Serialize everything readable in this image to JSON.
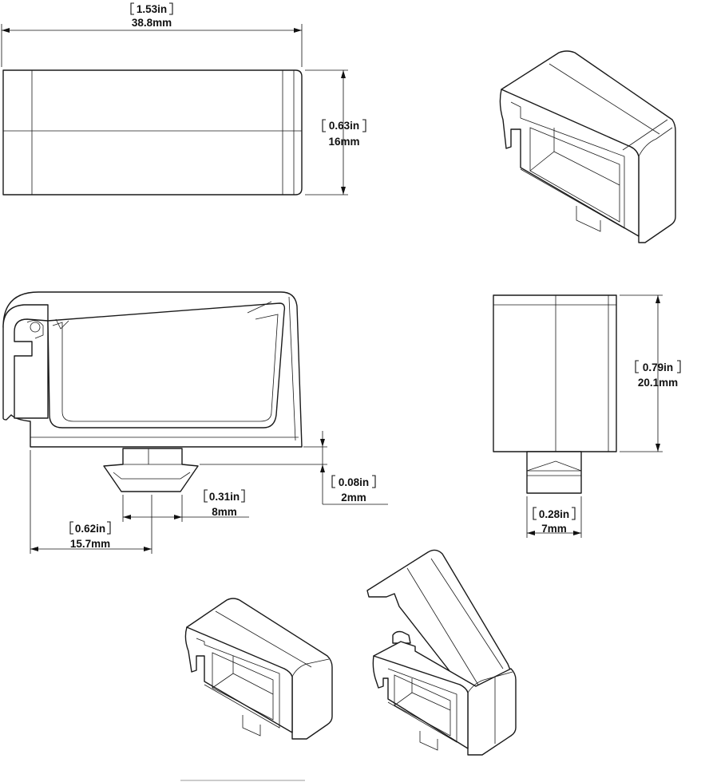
{
  "dimensions": {
    "length": {
      "in": "1.53in",
      "mm": "38.8mm"
    },
    "width": {
      "in": "0.63in",
      "mm": "16mm"
    },
    "height": {
      "in": "0.79in",
      "mm": "20.1mm"
    },
    "base_offset": {
      "in": "0.62in",
      "mm": "15.7mm"
    },
    "tab_width": {
      "in": "0.31in",
      "mm": "8mm"
    },
    "tab_height": {
      "in": "0.08in",
      "mm": "2mm"
    },
    "tab_depth": {
      "in": "0.28in",
      "mm": "7mm"
    }
  }
}
